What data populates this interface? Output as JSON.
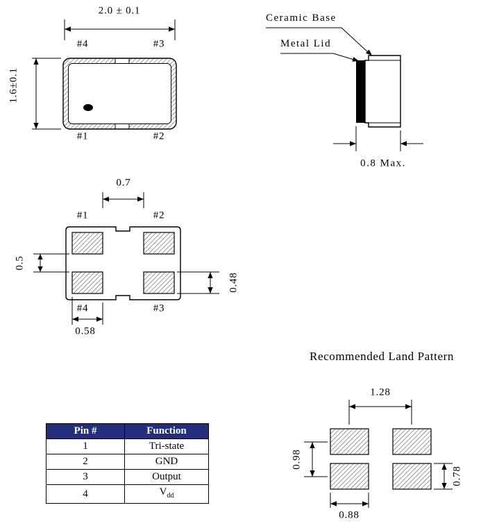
{
  "colors": {
    "table_header_bg": "#232f7e",
    "table_header_text": "#ffffff"
  },
  "top_view": {
    "width_dim": "2.0 ± 0.1",
    "height_dim": "1.6±0.1",
    "pin_top_left": "#4",
    "pin_top_right": "#3",
    "pin_bottom_left": "#1",
    "pin_bottom_right": "#2"
  },
  "side_view": {
    "ceramic_base_label": "Ceramic Base",
    "metal_lid_label": "Metal Lid",
    "thickness_dim": "0.8 Max."
  },
  "bottom_view": {
    "pad_pitch_dim": "0.7",
    "pad_gap_dim": "0.5",
    "pad_height_dim": "0.48",
    "pad_width_dim": "0.58",
    "pin_top_left": "#1",
    "pin_top_right": "#2",
    "pin_bottom_left": "#4",
    "pin_bottom_right": "#3"
  },
  "land_pattern": {
    "title": "Recommended Land Pattern",
    "horizontal_pitch_dim": "1.28",
    "vertical_pitch_dim": "0.98",
    "pad_width_dim": "0.88",
    "pad_height_dim": "0.78"
  },
  "pin_table": {
    "headers": [
      "Pin #",
      "Function"
    ],
    "rows": [
      {
        "pin": "1",
        "function": "Tri-state"
      },
      {
        "pin": "2",
        "function": "GND"
      },
      {
        "pin": "3",
        "function": "Output"
      },
      {
        "pin": "4",
        "function": "V",
        "function_sub": "dd"
      }
    ]
  }
}
